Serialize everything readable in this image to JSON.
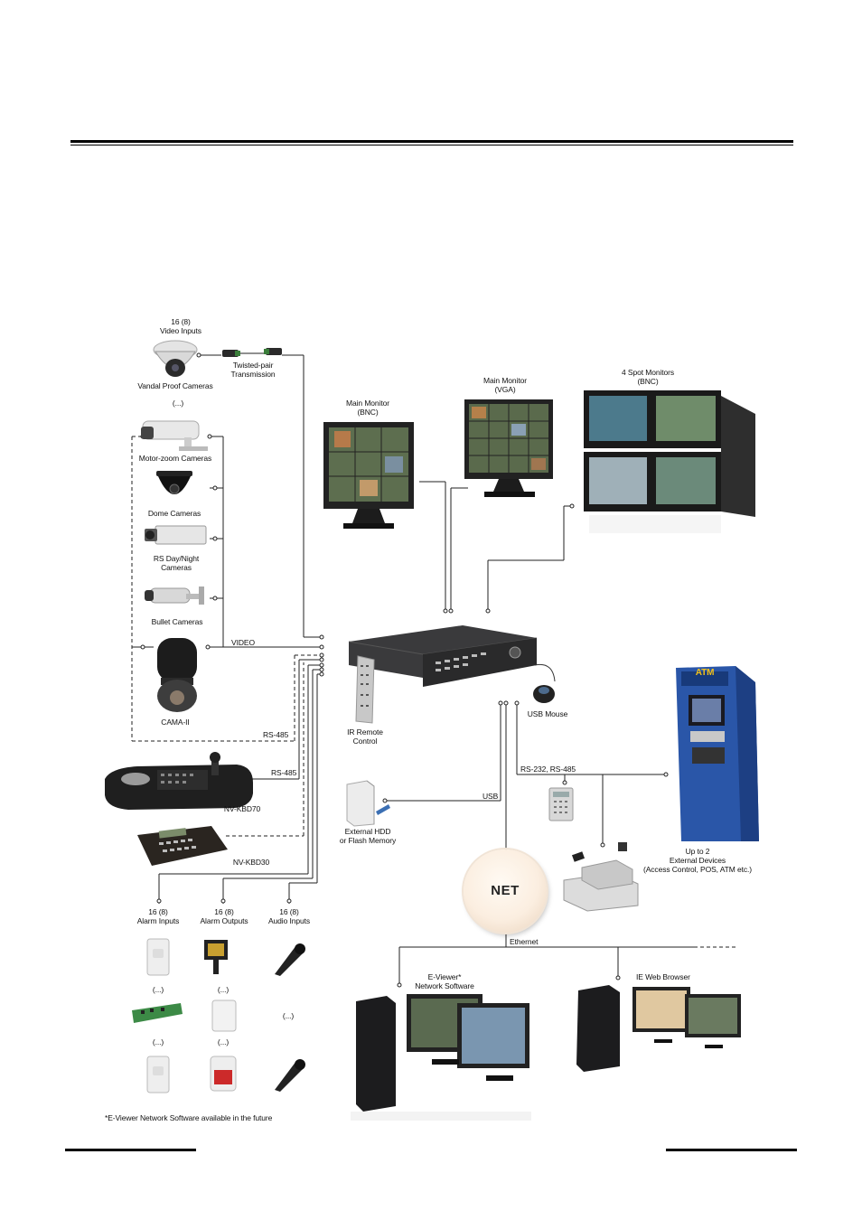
{
  "labels": {
    "video_inputs": [
      "16 (8)",
      "Video Inputs"
    ],
    "vandal": "Vandal Proof Cameras",
    "twisted": [
      "Twisted-pair",
      "Transmission"
    ],
    "ellipsis_cam": "(...)",
    "motor_zoom": "Motor-zoom Cameras",
    "dome": "Dome Cameras",
    "rs_day_night": [
      "RS Day/Night",
      "Cameras"
    ],
    "bullet": "Bullet Cameras",
    "cama": "CAMA-II",
    "video": "VIDEO",
    "rs485_1": "RS-485",
    "rs485_2": "RS-485",
    "kbd70": "NV-KBD70",
    "kbd30": "NV-KBD30",
    "main_monitor_bnc": [
      "Main Monitor",
      "(BNC)"
    ],
    "main_monitor_vga": [
      "Main Monitor",
      "(VGA)"
    ],
    "spot_monitors": [
      "4 Spot Monitors",
      "(BNC)"
    ],
    "ir_remote": [
      "IR Remote",
      "Control"
    ],
    "usb_mouse": "USB Mouse",
    "usb": "USB",
    "rs232": "RS-232, RS-485",
    "ext_hdd": [
      "External HDD",
      "or Flash Memory"
    ],
    "ext_devices": [
      "Up to 2",
      "External Devices",
      "(Access Control, POS, ATM etc.)"
    ],
    "atm": "ATM",
    "net": "NET",
    "ethernet": "Ethernet",
    "eviewer": [
      "E-Viewer*",
      "Network Software"
    ],
    "ie_browser": "IE Web Browser",
    "alarm_inputs": [
      "16 (8)",
      "Alarm Inputs"
    ],
    "alarm_outputs": [
      "16 (8)",
      "Alarm Outputs"
    ],
    "audio_inputs": [
      "16 (8)",
      "Audio Inputs"
    ],
    "ell_1": "(...)",
    "ell_2": "(...)",
    "ell_3": "(...)",
    "ell_4": "(...)",
    "ell_5": "(...)",
    "footnote": "*E-Viewer Network Software available in the future"
  },
  "colors": {
    "line": "#222222",
    "dvr_body": "#3a3a3c",
    "atm_blue": "#2a56a8",
    "screen_mix": "#6a7a5a"
  }
}
